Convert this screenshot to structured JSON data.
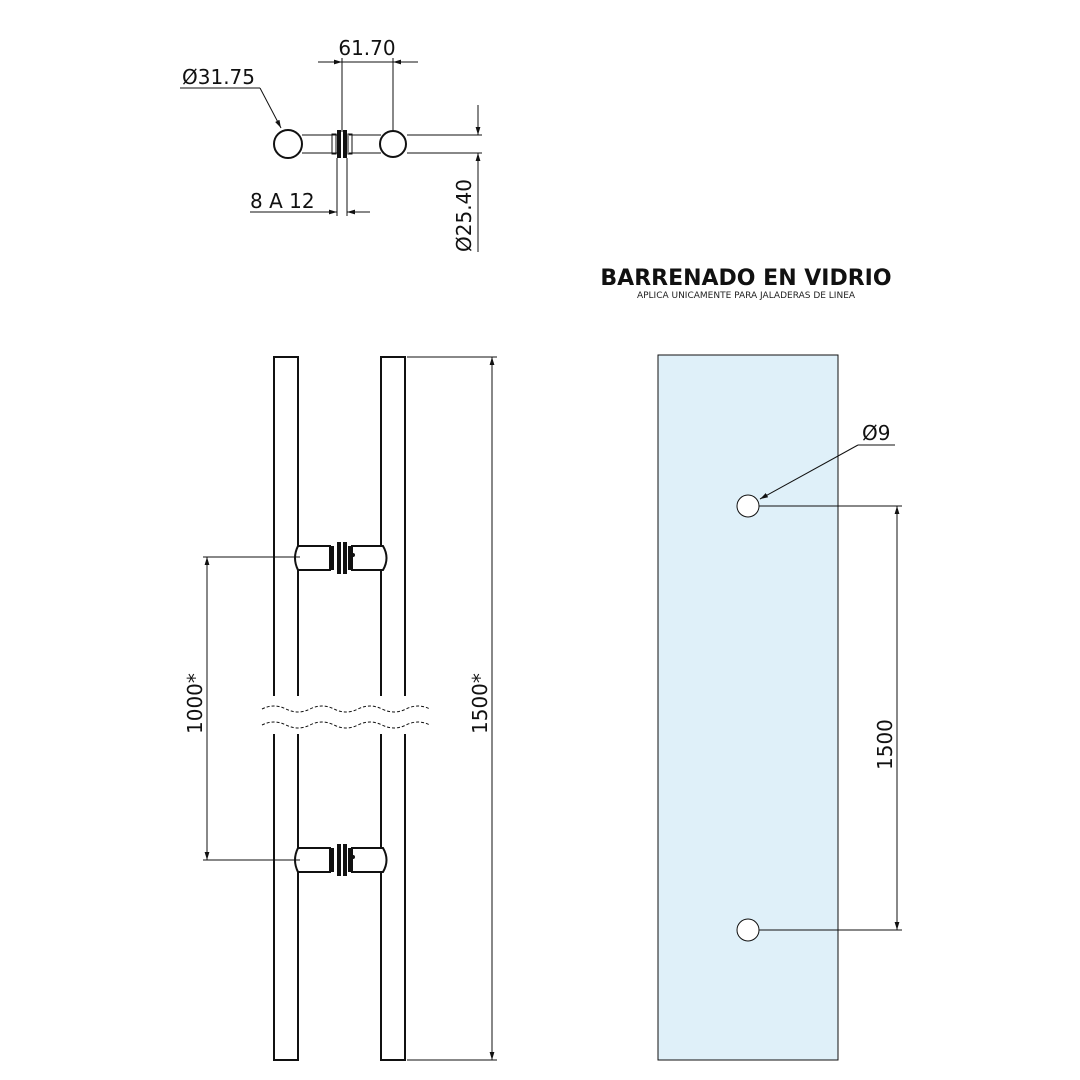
{
  "top_view": {
    "dim_width": "61.70",
    "dim_diameter_bar": "Ø31.75",
    "dim_gap": "8 A 12",
    "dim_diameter_standoff": "Ø25.40"
  },
  "glass_section": {
    "title": "BARRENADO EN VIDRIO",
    "subtitle": "APLICA UNICAMENTE PARA JALADERAS DE LINEA",
    "hole_diameter": "Ø9",
    "hole_spacing": "1500"
  },
  "front_view": {
    "dim_mount_spacing": "1000*",
    "dim_total_length": "1500*"
  },
  "colors": {
    "glass_fill": "#dff0f9",
    "line": "#111111"
  }
}
